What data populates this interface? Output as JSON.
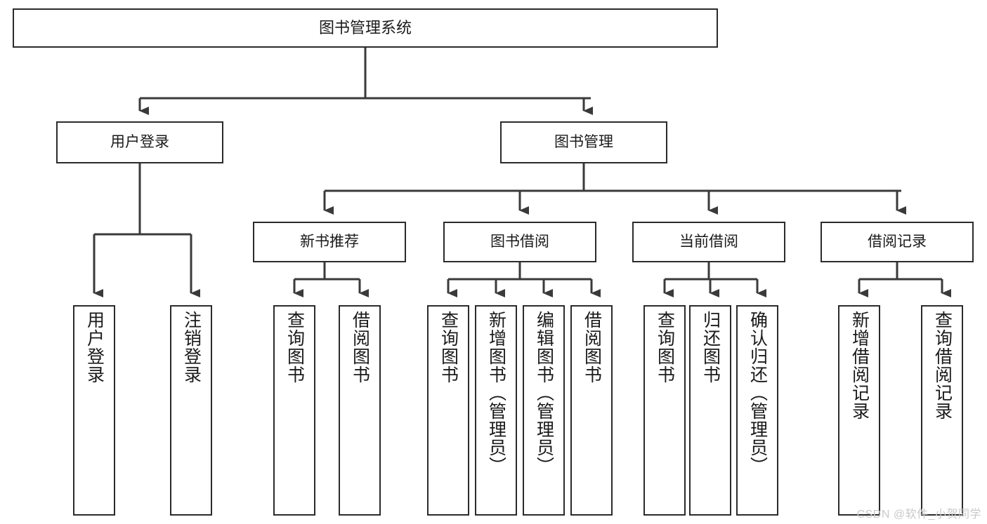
{
  "diagram": {
    "title": "图书管理系统",
    "type": "tree-hierarchy-chart",
    "watermark": "CSDN @软件_小贺同学",
    "colors": {
      "box_border": "#2b2b2b",
      "box_fill": "#ffffff",
      "connector": "#3a3a3a",
      "text": "#1a1a1a",
      "watermark": "#c9c9c9"
    },
    "nodes": {
      "root": {
        "label": "图书管理系统"
      },
      "level2": [
        {
          "id": "user-login",
          "label": "用户登录"
        },
        {
          "id": "book-management",
          "label": "图书管理"
        }
      ],
      "level3": [
        {
          "id": "new-book-recommend",
          "label": "新书推荐"
        },
        {
          "id": "book-borrow",
          "label": "图书借阅"
        },
        {
          "id": "current-borrow",
          "label": "当前借阅"
        },
        {
          "id": "borrow-record",
          "label": "借阅记录"
        }
      ],
      "leaves": {
        "user_login": [
          {
            "id": "leaf-user-login",
            "label": "用户登录"
          },
          {
            "id": "leaf-logout-login",
            "label": "注销登录"
          }
        ],
        "new_book_recommend": [
          {
            "id": "leaf-query-book-1",
            "label": "查询图书"
          },
          {
            "id": "leaf-borrow-book-1",
            "label": "借阅图书"
          }
        ],
        "book_borrow": [
          {
            "id": "leaf-query-book-2",
            "label": "查询图书"
          },
          {
            "id": "leaf-add-book",
            "label": "新增图书（管理员）"
          },
          {
            "id": "leaf-edit-book",
            "label": "编辑图书（管理员）"
          },
          {
            "id": "leaf-borrow-book-2",
            "label": "借阅图书"
          }
        ],
        "current_borrow": [
          {
            "id": "leaf-query-book-3",
            "label": "查询图书"
          },
          {
            "id": "leaf-return-book",
            "label": "归还图书"
          },
          {
            "id": "leaf-confirm-return",
            "label": "确认归还（管理员）"
          }
        ],
        "borrow_record": [
          {
            "id": "leaf-add-record",
            "label": "新增借阅记录"
          },
          {
            "id": "leaf-query-record",
            "label": "查询借阅记录"
          }
        ]
      }
    }
  }
}
